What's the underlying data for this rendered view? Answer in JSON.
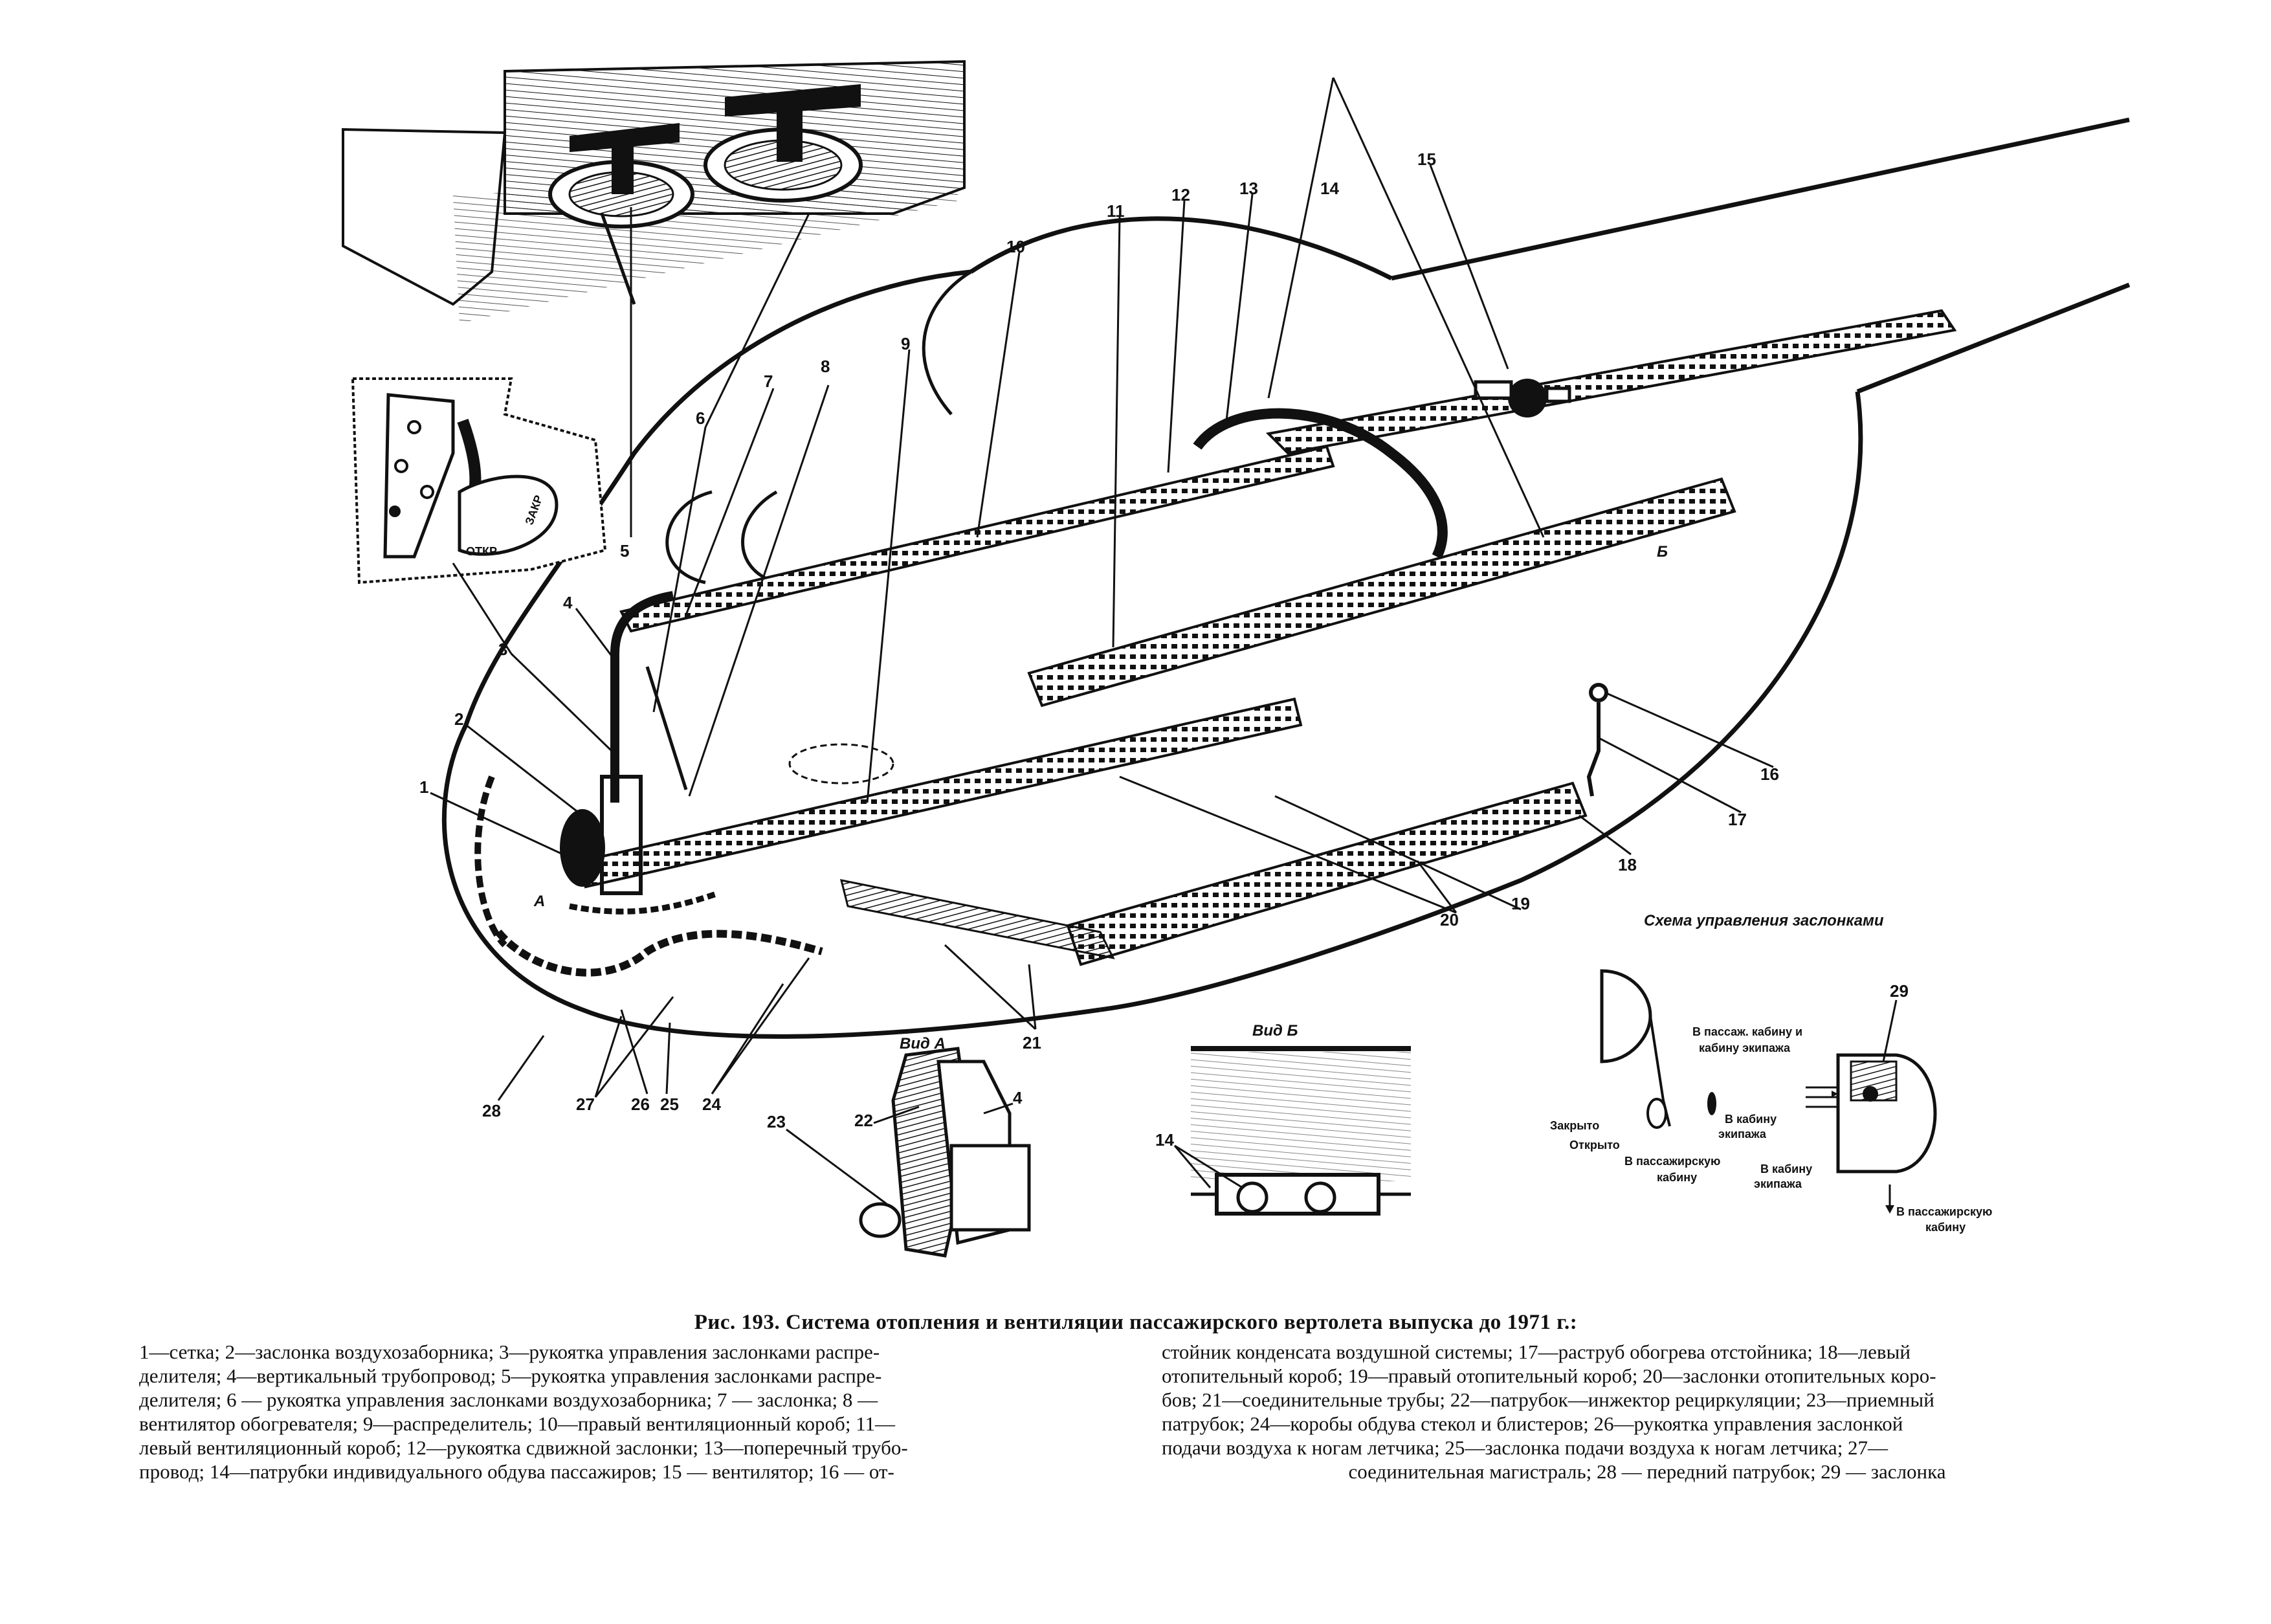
{
  "figure": {
    "title": "Рис. 193. Система отопления и вентиляции пассажирского вертолета выпуска до 1971 г.:",
    "callouts": [
      "1",
      "2",
      "3",
      "4",
      "5",
      "6",
      "7",
      "8",
      "9",
      "10",
      "11",
      "12",
      "13",
      "14",
      "15",
      "16",
      "17",
      "18",
      "19",
      "20",
      "21",
      "22",
      "23",
      "24",
      "25",
      "26",
      "27",
      "28",
      "29"
    ],
    "inset_labels": {
      "view_a": "Вид А",
      "view_b": "Вид Б",
      "marker_a": "А",
      "marker_b": "Б",
      "lever_open": "ОТКР",
      "lever_closed": "ЗАКР"
    },
    "scheme": {
      "title": "Схема управления заслонками",
      "closed": "Закрыто",
      "open": "Открыто",
      "to_pass_and_crew_1": "В пассаж. кабину и",
      "to_pass_and_crew_2": "кабину экипажа",
      "to_crew_cabin_1": "В кабину",
      "to_crew_cabin_2": "экипажа",
      "to_pass_cabin_1": "В пассажирскую",
      "to_pass_cabin_2": "кабину",
      "to_crew_cabin_b_1": "В кабину",
      "to_crew_cabin_b_2": "экипажа",
      "to_pass_cabin_b_1": "В пассажирскую",
      "to_pass_cabin_b_2": "кабину"
    }
  },
  "legend": {
    "left": [
      "1—сетка; 2—заслонка воздухозаборника; 3—рукоятка управления заслонками распре-",
      "делителя; 4—вертикальный трубопровод; 5—рукоятка управления заслонками распре-",
      "делителя; 6 — рукоятка управления заслонками воздухозаборника; 7 — заслонка; 8 —",
      "вентилятор обогревателя; 9—распределитель; 10—правый вентиляционный короб; 11—",
      "левый вентиляционный короб; 12—рукоятка сдвижной заслонки; 13—поперечный трубо-",
      "провод; 14—патрубки индивидуального обдува пассажиров; 15 — вентилятор; 16 — от-"
    ],
    "right": [
      "стойник конденсата воздушной системы; 17—раструб обогрева отстойника; 18—левый",
      "отопительный короб; 19—правый отопительный короб; 20—заслонки отопительных коро-",
      "бов; 21—соединительные трубы; 22—патрубок—инжектор рециркуляции; 23—приемный",
      "патрубок; 24—коробы обдува стекол и блистеров; 26—рукоятка управления заслонкой",
      "подачи воздуха к ногам летчика; 25—заслонка подачи воздуха к ногам летчика; 27—",
      "соединительная магистраль; 28 — передний патрубок; 29 — заслонка"
    ]
  }
}
